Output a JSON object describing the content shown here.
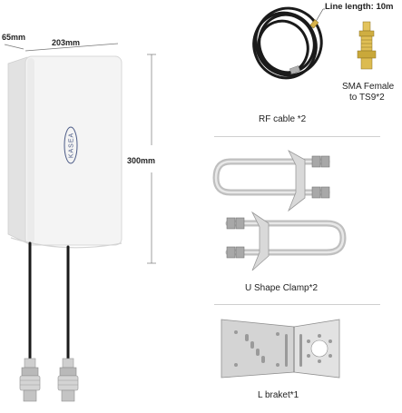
{
  "dimensions": {
    "depth": "65mm",
    "width": "203mm",
    "height": "300mm"
  },
  "antenna": {
    "brand": "KASEA"
  },
  "cable": {
    "length_label": "Line length: 10m",
    "caption": "RF cable *2"
  },
  "adapter": {
    "caption_line1": "SMA Female",
    "caption_line2": "to TS9*2"
  },
  "clamp": {
    "caption": "U Shape Clamp*2"
  },
  "bracket": {
    "caption": "L braket*1"
  },
  "colors": {
    "antenna_body": "#f4f4f4",
    "cable": "#1a1a1a",
    "metal": "#c8c8c8",
    "brass": "#d6b24a",
    "divider": "#cfcfcf"
  }
}
